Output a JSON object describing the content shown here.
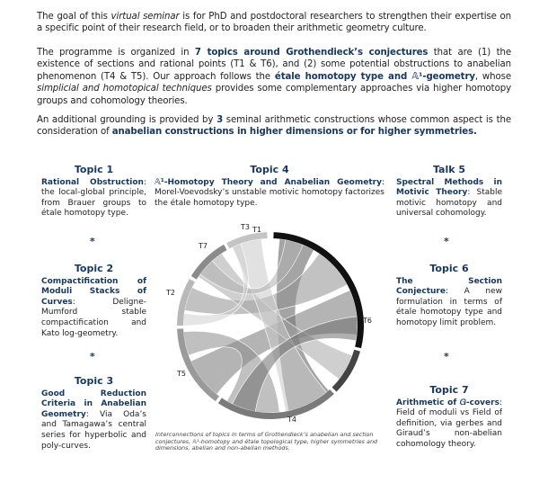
{
  "intro": {
    "p1_a": "The goal of this ",
    "p1_em": "virtual seminar",
    "p1_b": " is for PhD and postdoctoral researchers to strengthen their expertise on a specific point of their research field, or to broaden their arithmetic geometry culture.",
    "p2_a": "The programme is organized in ",
    "p2_num": "7",
    "p2_hl1": " topics around Grothendieck’s conjectures",
    "p2_b": " that are (1) the existence of sections and rational points (T1 & T6), and (2) some potential obstructions to anabelian phenomenon (T4 & T5). Our approach follows the ",
    "p2_hl2": "étale homotopy type and 𝔸¹-geometry",
    "p2_c": ", whose ",
    "p2_em": "simplicial and homotopical techniques",
    "p2_d": " provides some complementary approaches via higher homotopy groups and cohomology theories.",
    "p3_a": "An additional grounding is provided by ",
    "p3_num": "3",
    "p3_b": " seminal arithmetic constructions whose common aspect is the consideration of ",
    "p3_hl": "anabelian constructions in higher dimensions or for higher symmetries."
  },
  "topics": [
    {
      "heading": "Topic 1",
      "title": "Rational Obstruction",
      "text": ": the local-global principle, from Brauer groups to étale homotopy type."
    },
    {
      "heading": "Topic 2",
      "title": "Compactification of Moduli Stacks of Curves",
      "text": ": Deligne-Mumford stable compactification and Kato log-geometry."
    },
    {
      "heading": "Topic 3",
      "title": "Good Reduction Criteria in Anabelian Geometry",
      "text": ": Via Oda’s and Tamagawa’s central series for hyperbolic and poly-curves."
    },
    {
      "heading": "Topic 4",
      "title": "𝔸¹-Homotopy Theory and Anabelian Geometry",
      "text": ": Morel-Voevodsky’s unstable motivic homotopy factorizes the étale homotopy type."
    },
    {
      "heading": "Talk 5",
      "title": "Spectral Methods in Motivic Theory",
      "text": ": Stable motivic homotopy and universal cohomology."
    },
    {
      "heading": "Topic 6",
      "title": "The Section Conjecture",
      "text": ": A new formulation in terms of étale homotopy type and homotopy limit problem."
    },
    {
      "heading": "Topic 7",
      "title": "Arithmetic of 𝐺-covers",
      "text": ": Field of moduli vs Field of definition, via gerbes and Giraud’s non-abelian cohomology theory."
    }
  ],
  "separator": "*",
  "caption": "Interconnections of topics in terms of Grothendieck’s anabelian and section conjectures, 𝔸¹-homotopy and étale topological type, higher symmetries and dimensions, abelian and non-abelian methods.",
  "chord_labels": [
    "T1",
    "T6",
    "T4",
    "T5",
    "T2",
    "T7",
    "T3"
  ],
  "colors": {
    "accent": "#16375e",
    "text": "#222222"
  }
}
